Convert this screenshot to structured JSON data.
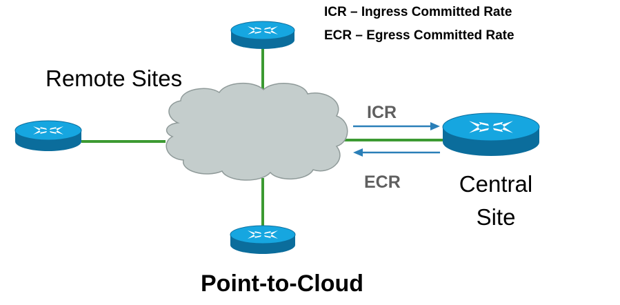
{
  "legend": {
    "line1": "ICR – Ingress Committed Rate",
    "line2": "ECR – Egress Committed Rate"
  },
  "labels": {
    "remote_sites": "Remote Sites",
    "central_line1": "Central",
    "central_line2": "Site",
    "icr": "ICR",
    "ecr": "ECR",
    "title": "Point-to-Cloud"
  },
  "colors": {
    "link": "#3c9a32",
    "arrow": "#2a7fb8",
    "cloud_fill": "#c4cdcc",
    "cloud_stroke": "#8f9a99",
    "router_top": "#16a6e0",
    "router_side": "#0b6d9c",
    "rate_label": "#5f5f5f"
  },
  "icons": {
    "router": "router-icon",
    "cloud": "cloud-icon"
  }
}
